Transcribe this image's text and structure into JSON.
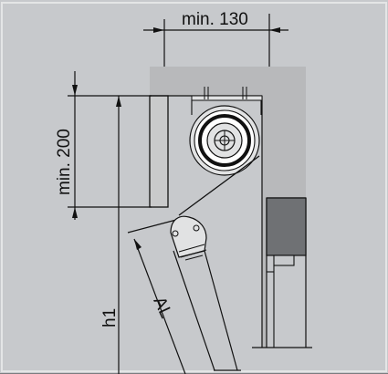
{
  "dimensions": {
    "top_width": "min. 130",
    "left_height": "min. 200",
    "overall_height": "h1",
    "arm_length": "AL"
  },
  "colors": {
    "background": "#c7c9cc",
    "wall": "#b7b8ba",
    "light_gray": "#e1e2e3",
    "dark_gray": "#6f7174",
    "line": "#111111",
    "white": "#ffffff"
  }
}
